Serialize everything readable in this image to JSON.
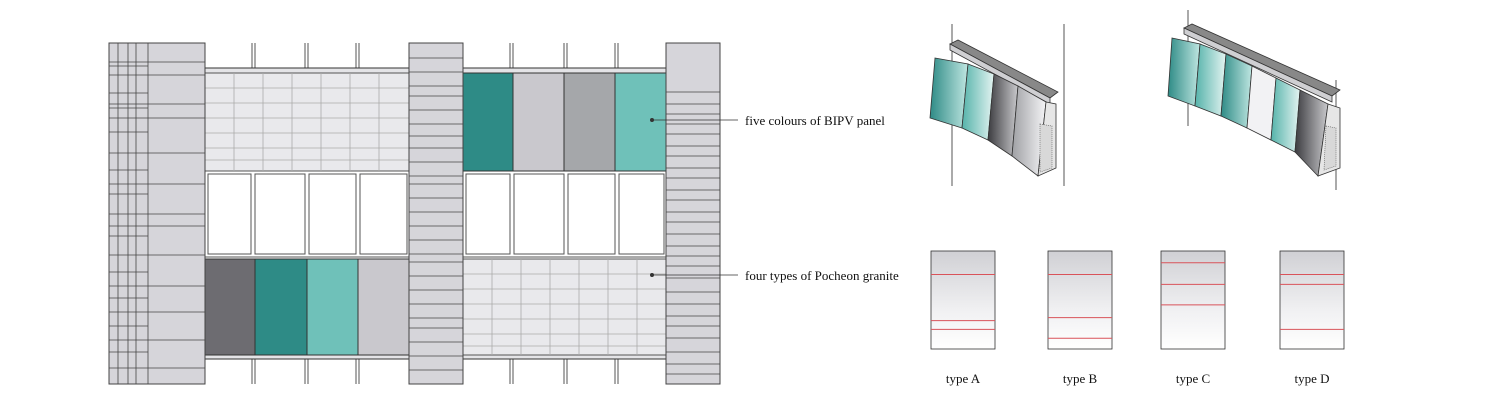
{
  "annotations": {
    "bipv": "five colours of BIPV panel",
    "granite": "four types of Pocheon granite"
  },
  "types": [
    {
      "label": "type A",
      "red_lines": [
        0.24,
        0.71,
        0.8
      ]
    },
    {
      "label": "type B",
      "red_lines": [
        0.24,
        0.68,
        0.89
      ]
    },
    {
      "label": "type C",
      "red_lines": [
        0.12,
        0.34,
        0.55
      ]
    },
    {
      "label": "type D",
      "red_lines": [
        0.24,
        0.34,
        0.8
      ]
    }
  ],
  "colors": {
    "teal_dark": "#2e8b86",
    "teal_light": "#6fc1b9",
    "grey_light": "#c9c8cd",
    "grey_mid": "#a5a7aa",
    "grey_dark": "#6d6c71",
    "granite_pier": "#d6d5da",
    "grid_panel": "#e9e9ec",
    "red_line": "#d9535a"
  }
}
